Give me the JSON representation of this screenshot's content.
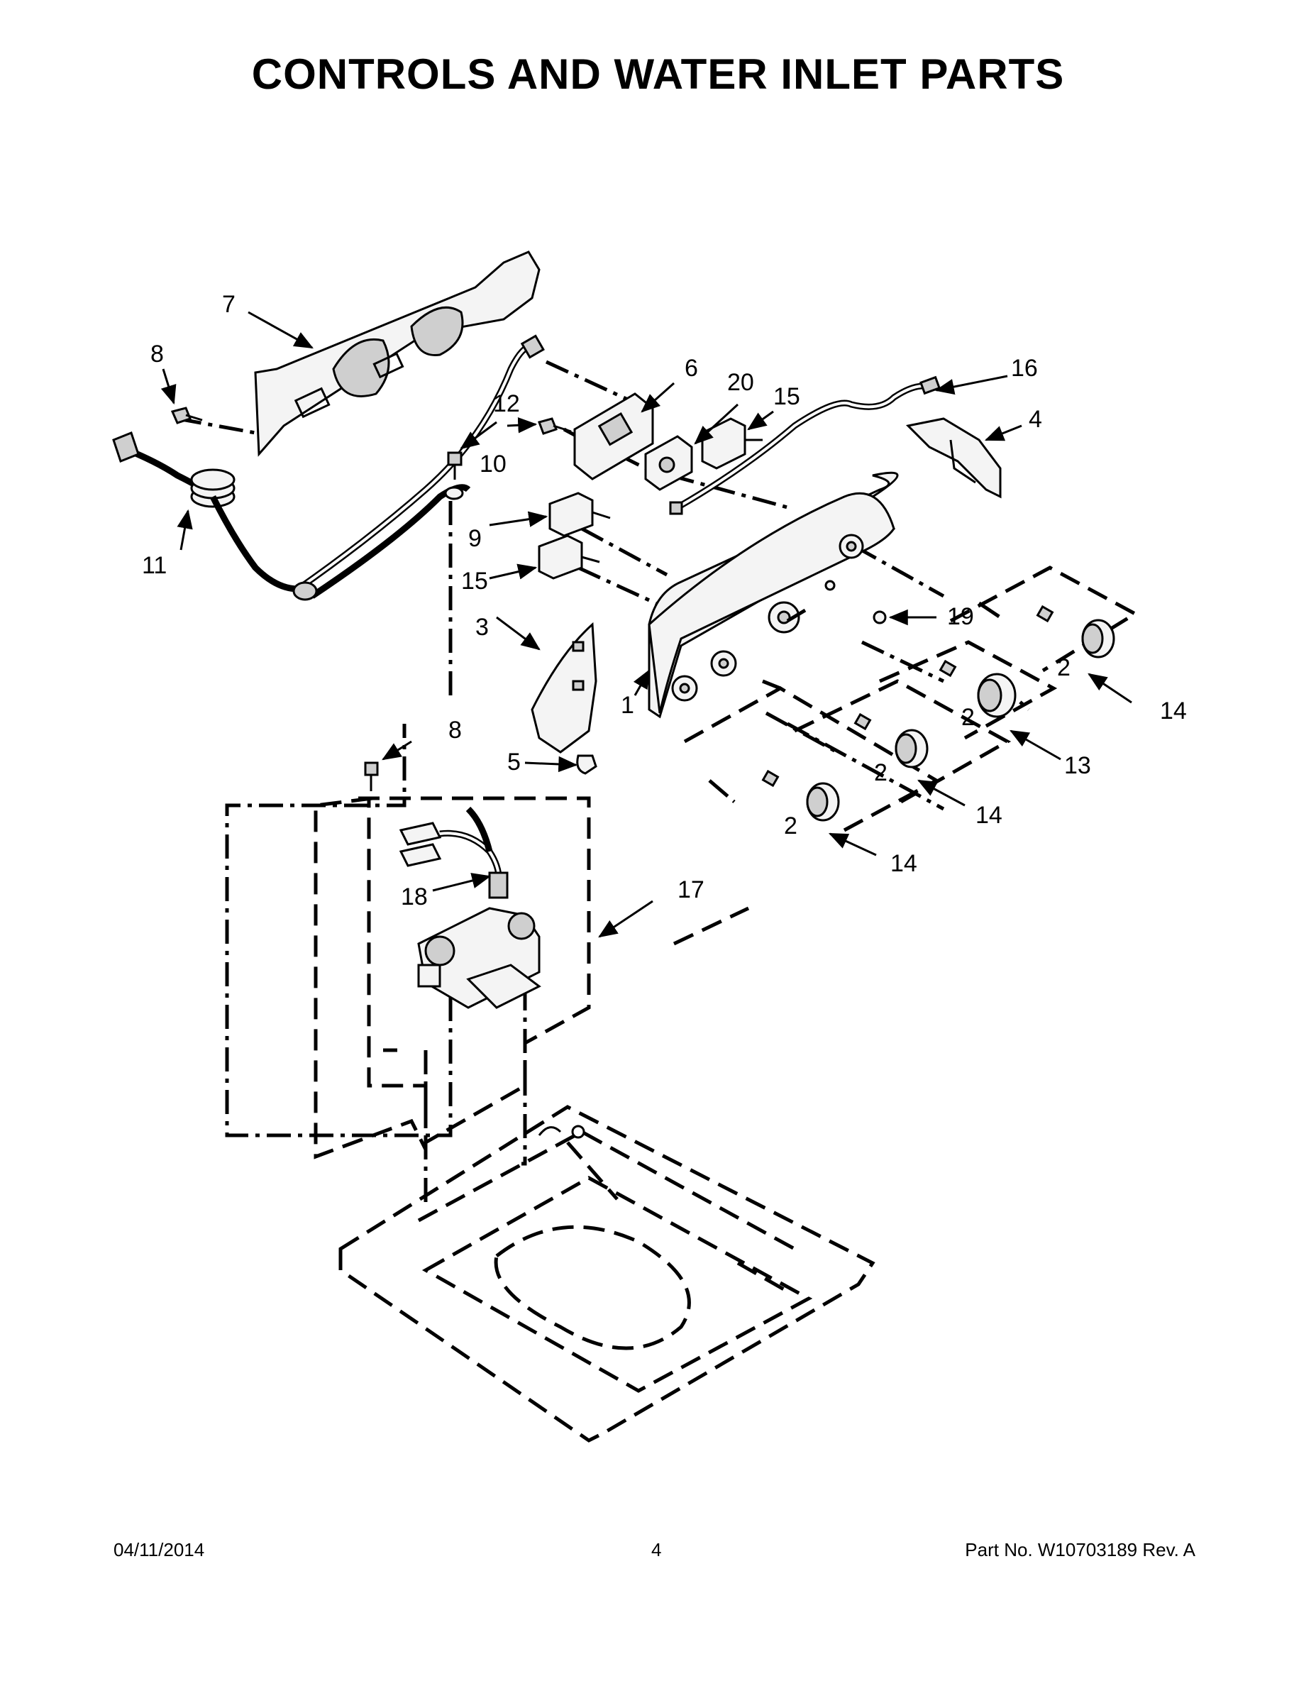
{
  "title": "CONTROLS AND WATER INLET PARTS",
  "footer": {
    "date": "04/11/2014",
    "page": "4",
    "part_number": "Part No.  W10703189  Rev.  A"
  },
  "callouts": {
    "c1": "1",
    "c2a": "2",
    "c2b": "2",
    "c2c": "2",
    "c2d": "2",
    "c3": "3",
    "c4": "4",
    "c5": "5",
    "c6": "6",
    "c7": "7",
    "c8a": "8",
    "c8b": "8",
    "c9": "9",
    "c10": "10",
    "c11": "11",
    "c12": "12",
    "c13": "13",
    "c14a": "14",
    "c14b": "14",
    "c14c": "14",
    "c15a": "15",
    "c15b": "15",
    "c16": "16",
    "c17": "17",
    "c18": "18",
    "c19": "19",
    "c20": "20"
  }
}
